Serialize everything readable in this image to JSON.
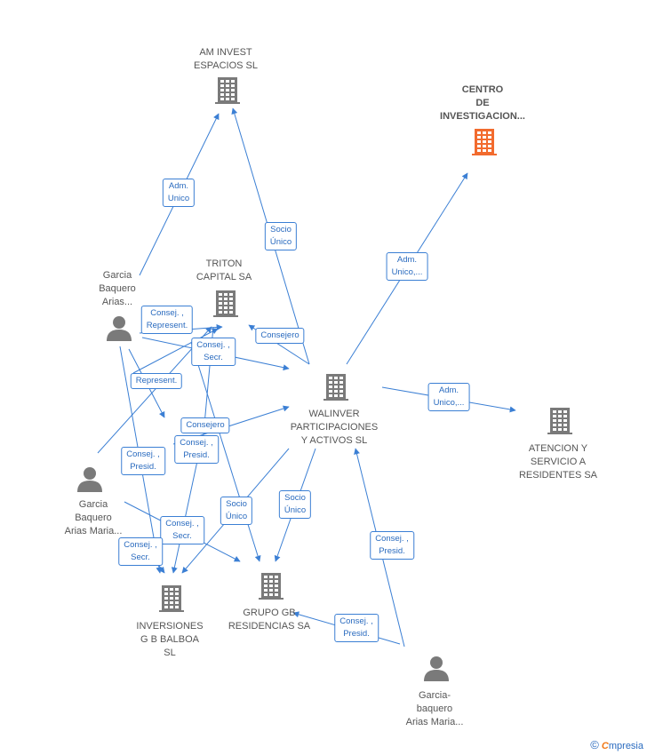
{
  "nodes": {
    "am_invest": {
      "label": "AM INVEST\nESPACIOS  SL",
      "type": "company"
    },
    "centro": {
      "label": "CENTRO\nDE\nINVESTIGACION...",
      "type": "company-focus"
    },
    "triton": {
      "label": "TRITON\nCAPITAL SA",
      "type": "company"
    },
    "walinver": {
      "label": "WALINVER\nPARTICIPACIONES\nY ACTIVOS  SL",
      "type": "company"
    },
    "atencion": {
      "label": "ATENCION Y\nSERVICIO A\nRESIDENTES SA",
      "type": "company"
    },
    "inversiones": {
      "label": "INVERSIONES\nG B BALBOA\nSL",
      "type": "company"
    },
    "grupo_gb": {
      "label": "GRUPO GB\nRESIDENCIAS SA",
      "type": "company"
    },
    "person1": {
      "label": "Garcia\nBaquero\nArias...",
      "type": "person"
    },
    "person2": {
      "label": "Garcia\nBaquero\nArias Maria...",
      "type": "person"
    },
    "person3": {
      "label": "Garcia-\nbaquero\nArias Maria...",
      "type": "person"
    }
  },
  "edge_labels": {
    "e1": "Adm.\nUnico",
    "e2": "Socio\nÚnico",
    "e3": "Adm.\nUnico,...",
    "e4": "Consej. ,\nRepresent.",
    "e5": "Consejero",
    "e6": "Consej. ,\nSecr.",
    "e7": "Represent.",
    "e8": "Adm.\nUnico,...",
    "e9": "Consejero",
    "e10": "Consej. ,\nPresid.",
    "e11": "Consej. ,\nPresid.",
    "e12": "Socio\nÚnico",
    "e13": "Socio\nÚnico",
    "e14": "Consej. ,\nPresid.",
    "e15": "Consej. ,\nSecr.",
    "e16": "Consej. ,\nSecr.",
    "e17": "Consej. ,\nPresid."
  },
  "colors": {
    "edge": "#3b7fd4",
    "company": "#7a7a7a",
    "focus": "#f26b2e",
    "person": "#7a7a7a"
  },
  "brand": {
    "copyright": "©",
    "name_first": "C",
    "name_rest": "mpresia"
  }
}
